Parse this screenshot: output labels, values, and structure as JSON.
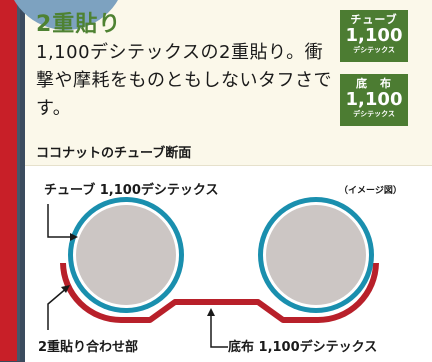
{
  "header": {
    "title": "2重貼り",
    "description": "1,100デシテックスの2重貼り。衝撃や摩耗をものともしないタフさです。"
  },
  "badges": [
    {
      "line1": "チューブ",
      "line2": "1,100",
      "line3": "デシテックス"
    },
    {
      "line1": "底　布",
      "line2": "1,100",
      "line3": "デシテックス"
    }
  ],
  "diagram": {
    "section_title": "ココナットのチューブ断面",
    "image_note": "（イメージ図）",
    "label_tube": "チューブ 1,100デシテックス",
    "label_double": "2重貼り合わせ部",
    "label_base": "底布 1,100デシテックス"
  },
  "colors": {
    "title_green": "#4e8232",
    "badge_green": "#4c7c32",
    "tube_blue": "#1a8fae",
    "tube_fill": "#ccc6c4",
    "base_red": "#b8202a"
  }
}
